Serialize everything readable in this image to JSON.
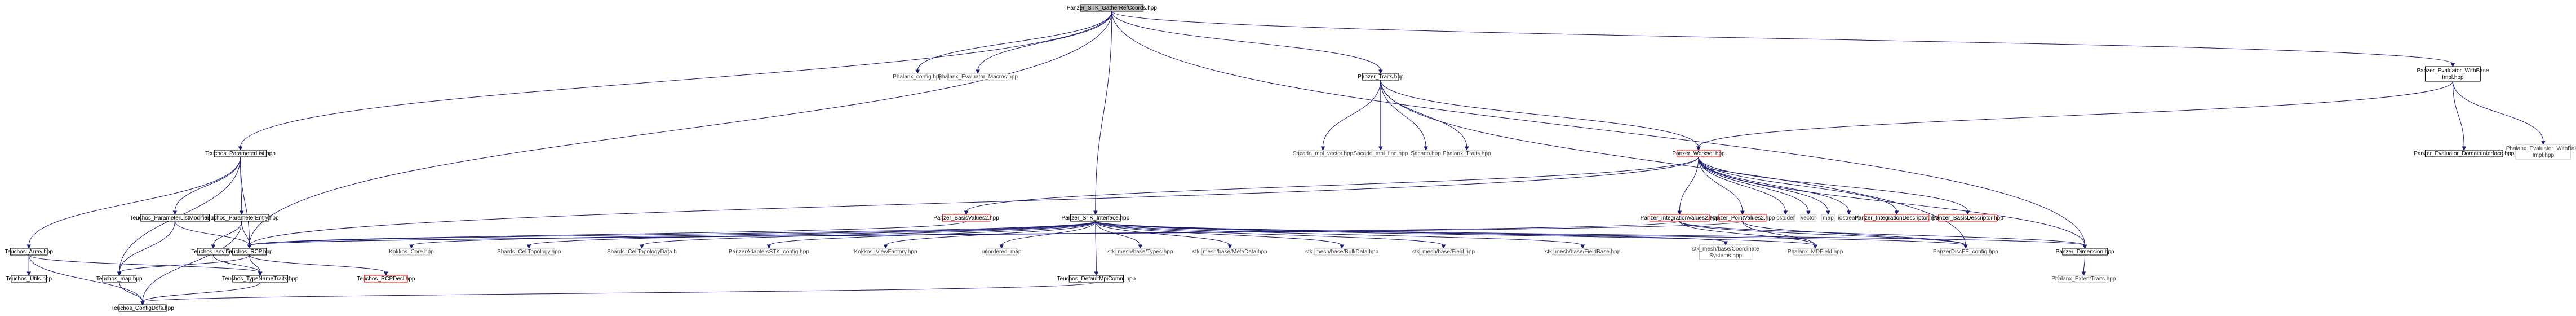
{
  "nodes": [
    {
      "id": "root",
      "lines": [
        "Panzer_STK_GatherRefCoords.hpp"
      ],
      "kind": "root"
    },
    {
      "id": "phx_config",
      "lines": [
        "Phalanx_config.hpp"
      ],
      "kind": "external"
    },
    {
      "id": "phx_macros",
      "lines": [
        "Phalanx_Evaluator_Macros.hpp"
      ],
      "kind": "external"
    },
    {
      "id": "traits",
      "lines": [
        "Panzer_Traits.hpp"
      ],
      "kind": "normal"
    },
    {
      "id": "evalwbi",
      "lines": [
        "Panzer_Evaluator_WithBase",
        "Impl.hpp"
      ],
      "kind": "normal"
    },
    {
      "id": "paramlist",
      "lines": [
        "Teuchos_ParameterList.hpp"
      ],
      "kind": "normal"
    },
    {
      "id": "mpl_vector",
      "lines": [
        "Sacado_mpl_vector.hpp"
      ],
      "kind": "external"
    },
    {
      "id": "mpl_find",
      "lines": [
        "Sacado_mpl_find.hpp"
      ],
      "kind": "external"
    },
    {
      "id": "sacado",
      "lines": [
        "Sacado.hpp"
      ],
      "kind": "external"
    },
    {
      "id": "phx_traits",
      "lines": [
        "Phalanx_Traits.hpp"
      ],
      "kind": "external"
    },
    {
      "id": "workset",
      "lines": [
        "Panzer_Workset.hpp"
      ],
      "kind": "truncated"
    },
    {
      "id": "evaldi",
      "lines": [
        "Panzer_Evaluator_DomainInterface.hpp"
      ],
      "kind": "normal"
    },
    {
      "id": "phx_evalwbi",
      "lines": [
        "Phalanx_Evaluator_WithBase",
        "Impl.hpp"
      ],
      "kind": "external"
    },
    {
      "id": "plist_mod",
      "lines": [
        "Teuchos_ParameterListModifier.hpp"
      ],
      "kind": "normal"
    },
    {
      "id": "pentry",
      "lines": [
        "Teuchos_ParameterEntry.hpp"
      ],
      "kind": "normal"
    },
    {
      "id": "basisvalues2",
      "lines": [
        "Panzer_BasisValues2.hpp"
      ],
      "kind": "truncated"
    },
    {
      "id": "stk_interface",
      "lines": [
        "Panzer_STK_Interface.hpp"
      ],
      "kind": "normal"
    },
    {
      "id": "intvalues2",
      "lines": [
        "Panzer_IntegrationValues2.hpp"
      ],
      "kind": "truncated"
    },
    {
      "id": "pointvalues2",
      "lines": [
        "Panzer_PointValues2.hpp"
      ],
      "kind": "truncated"
    },
    {
      "id": "cstddef",
      "lines": [
        "cstddef"
      ],
      "kind": "external"
    },
    {
      "id": "vector",
      "lines": [
        "vector"
      ],
      "kind": "external"
    },
    {
      "id": "map",
      "lines": [
        "map"
      ],
      "kind": "external"
    },
    {
      "id": "iostream",
      "lines": [
        "iostream"
      ],
      "kind": "external"
    },
    {
      "id": "intdesc",
      "lines": [
        "Panzer_IntegrationDescriptor.hpp"
      ],
      "kind": "truncated"
    },
    {
      "id": "basisdesc",
      "lines": [
        "Panzer_BasisDescriptor.hpp"
      ],
      "kind": "truncated"
    },
    {
      "id": "array",
      "lines": [
        "Teuchos_Array.hpp"
      ],
      "kind": "normal"
    },
    {
      "id": "any",
      "lines": [
        "Teuchos_any.hpp"
      ],
      "kind": "normal"
    },
    {
      "id": "rcp",
      "lines": [
        "Teuchos_RCP.hpp"
      ],
      "kind": "normal"
    },
    {
      "id": "kokkos_core",
      "lines": [
        "Kokkos_Core.hpp"
      ],
      "kind": "external"
    },
    {
      "id": "shards_ct",
      "lines": [
        "Shards_CellTopology.hpp"
      ],
      "kind": "external"
    },
    {
      "id": "shards_ctd",
      "lines": [
        "Shards_CellTopologyData.h"
      ],
      "kind": "external"
    },
    {
      "id": "adapters_cfg",
      "lines": [
        "PanzerAdaptersSTK_config.hpp"
      ],
      "kind": "external"
    },
    {
      "id": "kokkos_vf",
      "lines": [
        "Kokkos_ViewFactory.hpp"
      ],
      "kind": "external"
    },
    {
      "id": "unordered_map",
      "lines": [
        "unordered_map"
      ],
      "kind": "external"
    },
    {
      "id": "stk_types",
      "lines": [
        "stk_mesh/base/Types.hpp"
      ],
      "kind": "external"
    },
    {
      "id": "stk_meta",
      "lines": [
        "stk_mesh/base/MetaData.hpp"
      ],
      "kind": "external"
    },
    {
      "id": "stk_bulk",
      "lines": [
        "stk_mesh/base/BulkData.hpp"
      ],
      "kind": "external"
    },
    {
      "id": "stk_field",
      "lines": [
        "stk_mesh/base/Field.hpp"
      ],
      "kind": "external"
    },
    {
      "id": "stk_fieldbase",
      "lines": [
        "stk_mesh/base/FieldBase.hpp"
      ],
      "kind": "external"
    },
    {
      "id": "stk_coord",
      "lines": [
        "stk_mesh/base/Coordinate",
        "Systems.hpp"
      ],
      "kind": "external"
    },
    {
      "id": "phx_mdfield",
      "lines": [
        "Phalanx_MDField.hpp"
      ],
      "kind": "external"
    },
    {
      "id": "discfe_cfg",
      "lines": [
        "PanzerDiscFE_config.hpp"
      ],
      "kind": "external"
    },
    {
      "id": "dimension",
      "lines": [
        "Panzer_Dimension.hpp"
      ],
      "kind": "normal"
    },
    {
      "id": "utils",
      "lines": [
        "Teuchos_Utils.hpp"
      ],
      "kind": "normal"
    },
    {
      "id": "tmap",
      "lines": [
        "Teuchos_map.hpp"
      ],
      "kind": "normal"
    },
    {
      "id": "typenametraits",
      "lines": [
        "Teuchos_TypeNameTraits.hpp"
      ],
      "kind": "normal"
    },
    {
      "id": "rcpdecl",
      "lines": [
        "Teuchos_RCPDecl.hpp"
      ],
      "kind": "truncated"
    },
    {
      "id": "defaultmpi",
      "lines": [
        "Teuchos_DefaultMpiComm.hpp"
      ],
      "kind": "normal"
    },
    {
      "id": "exttraits",
      "lines": [
        "Phalanx_ExtentTraits.hpp"
      ],
      "kind": "external"
    },
    {
      "id": "configdefs",
      "lines": [
        "Teuchos_ConfigDefs.hpp"
      ],
      "kind": "normal"
    }
  ],
  "edges": [
    [
      "root",
      "phx_config"
    ],
    [
      "root",
      "phx_macros"
    ],
    [
      "root",
      "traits"
    ],
    [
      "root",
      "evalwbi"
    ],
    [
      "root",
      "paramlist"
    ],
    [
      "root",
      "stk_interface"
    ],
    [
      "root",
      "rcp"
    ],
    [
      "root",
      "dimension"
    ],
    [
      "traits",
      "mpl_vector"
    ],
    [
      "traits",
      "mpl_find"
    ],
    [
      "traits",
      "sacado"
    ],
    [
      "traits",
      "phx_traits"
    ],
    [
      "traits",
      "workset"
    ],
    [
      "traits",
      "discfe_cfg"
    ],
    [
      "evalwbi",
      "workset"
    ],
    [
      "evalwbi",
      "evaldi"
    ],
    [
      "evalwbi",
      "phx_evalwbi"
    ],
    [
      "paramlist",
      "plist_mod"
    ],
    [
      "paramlist",
      "pentry"
    ],
    [
      "paramlist",
      "array"
    ],
    [
      "paramlist",
      "tmap"
    ],
    [
      "paramlist",
      "rcp"
    ],
    [
      "workset",
      "basisvalues2"
    ],
    [
      "workset",
      "intvalues2"
    ],
    [
      "workset",
      "pointvalues2"
    ],
    [
      "workset",
      "cstddef"
    ],
    [
      "workset",
      "vector"
    ],
    [
      "workset",
      "map"
    ],
    [
      "workset",
      "iostream"
    ],
    [
      "workset",
      "intdesc"
    ],
    [
      "workset",
      "basisdesc"
    ],
    [
      "workset",
      "dimension"
    ],
    [
      "workset",
      "rcp"
    ],
    [
      "plist_mod",
      "rcp"
    ],
    [
      "plist_mod",
      "tmap"
    ],
    [
      "pentry",
      "any"
    ],
    [
      "pentry",
      "rcp"
    ],
    [
      "pentry",
      "configdefs"
    ],
    [
      "basisvalues2",
      "rcp"
    ],
    [
      "stk_interface",
      "rcp"
    ],
    [
      "stk_interface",
      "kokkos_core"
    ],
    [
      "stk_interface",
      "shards_ct"
    ],
    [
      "stk_interface",
      "shards_ctd"
    ],
    [
      "stk_interface",
      "adapters_cfg"
    ],
    [
      "stk_interface",
      "kokkos_vf"
    ],
    [
      "stk_interface",
      "unordered_map"
    ],
    [
      "stk_interface",
      "stk_types"
    ],
    [
      "stk_interface",
      "stk_meta"
    ],
    [
      "stk_interface",
      "stk_bulk"
    ],
    [
      "stk_interface",
      "stk_field"
    ],
    [
      "stk_interface",
      "stk_fieldbase"
    ],
    [
      "stk_interface",
      "stk_coord"
    ],
    [
      "stk_interface",
      "phx_mdfield"
    ],
    [
      "stk_interface",
      "discfe_cfg"
    ],
    [
      "stk_interface",
      "dimension"
    ],
    [
      "stk_interface",
      "defaultmpi"
    ],
    [
      "intvalues2",
      "rcp"
    ],
    [
      "intvalues2",
      "phx_mdfield"
    ],
    [
      "intvalues2",
      "discfe_cfg"
    ],
    [
      "intvalues2",
      "dimension"
    ],
    [
      "pointvalues2",
      "rcp"
    ],
    [
      "pointvalues2",
      "phx_mdfield"
    ],
    [
      "pointvalues2",
      "discfe_cfg"
    ],
    [
      "array",
      "utils"
    ],
    [
      "array",
      "typenametraits"
    ],
    [
      "array",
      "configdefs"
    ],
    [
      "any",
      "typenametraits"
    ],
    [
      "rcp",
      "tmap"
    ],
    [
      "rcp",
      "typenametraits"
    ],
    [
      "rcp",
      "rcpdecl"
    ],
    [
      "tmap",
      "configdefs"
    ],
    [
      "typenametraits",
      "configdefs"
    ],
    [
      "defaultmpi",
      "configdefs"
    ],
    [
      "dimension",
      "exttraits"
    ]
  ],
  "colors": {
    "edge": "#191970",
    "root_fill": "#bfbfbf",
    "normal_border": "#000000",
    "external_border": "#bfbfbf",
    "truncated_border": "#ff0000",
    "text_normal": "#000000",
    "text_external": "#404040"
  }
}
